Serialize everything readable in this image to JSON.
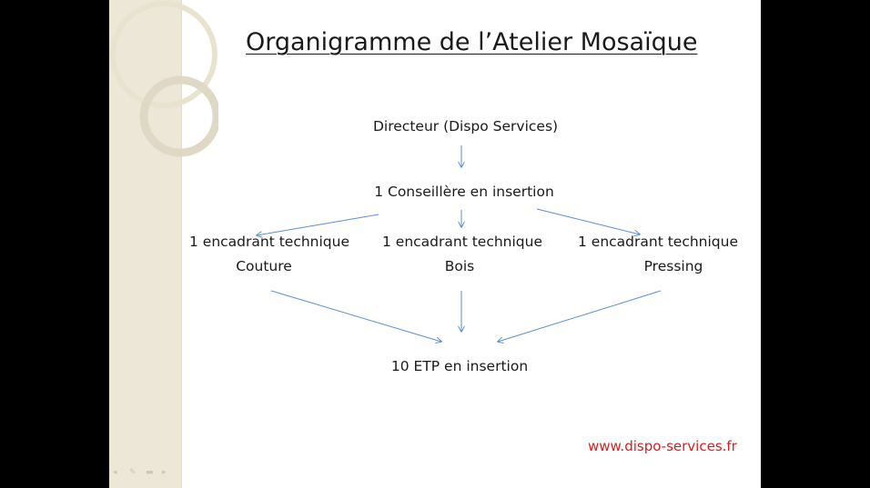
{
  "title": "Organigramme de l’Atelier Mosaïque",
  "nodes": {
    "directeur": "Directeur (Dispo Services)",
    "conseillere": "1 Conseillère en insertion",
    "encadrant_couture": [
      "1 encadrant technique",
      "Couture"
    ],
    "encadrant_bois": [
      "1 encadrant technique",
      "Bois"
    ],
    "encadrant_pressing": [
      "1 encadrant technique",
      "Pressing"
    ],
    "etp": "10 ETP en insertion"
  },
  "website": "www.dispo-services.fr",
  "colors": {
    "arrow": "#5b8fd0",
    "link": "#d62020",
    "side_band": "#ece7d6"
  },
  "icons": [
    "prev-arrow-icon",
    "pen-icon",
    "slide-menu-icon",
    "next-arrow-icon"
  ]
}
